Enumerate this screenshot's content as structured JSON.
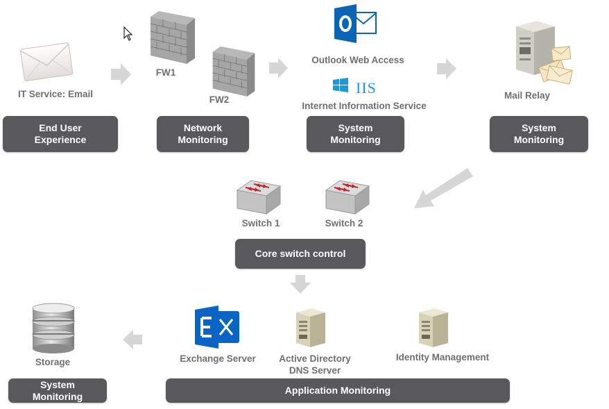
{
  "colors": {
    "pill_bg": "#59595b",
    "pill_text": "#ffffff",
    "label_text": "#6f6f6f",
    "arrow": "#d6d6d6",
    "outlook_blue": "#0a64b4",
    "iis_blue": "#1b9ad6",
    "exchange_blue": "#0a64c4"
  },
  "icons": {
    "envelope": "envelope-icon",
    "firewall1": "firewall-icon",
    "firewall2": "firewall-icon",
    "outlook": "outlook-icon",
    "windows": "windows-icon",
    "mail_relay": "mail-relay-server-icon",
    "switch1": "network-switch-icon",
    "switch2": "network-switch-icon",
    "storage": "storage-database-icon",
    "exchange": "exchange-icon",
    "ad_server": "server-tower-icon",
    "idm_server": "server-tower-icon",
    "cursor": "mouse-cursor-icon"
  },
  "nodes": {
    "email": "IT Service: Email",
    "fw1": "FW1",
    "fw2": "FW2",
    "owa": "Outlook Web Access",
    "iis_logo": "IIS",
    "iis": "Internet Information Service",
    "mail_relay": "Mail Relay",
    "switch1": "Switch 1",
    "switch2": "Switch 2",
    "storage": "Storage",
    "exchange": "Exchange Server",
    "ad_dns": "Active Directory\nDNS Server",
    "idm": "Identity Management"
  },
  "stages": {
    "end_user": "End User\nExperience",
    "network": "Network\nMonitoring",
    "system1": "System\nMonitoring",
    "system2": "System\nMonitoring",
    "core_switch": "Core switch control",
    "system3": "System\nMonitoring",
    "application": "Application Monitoring"
  }
}
